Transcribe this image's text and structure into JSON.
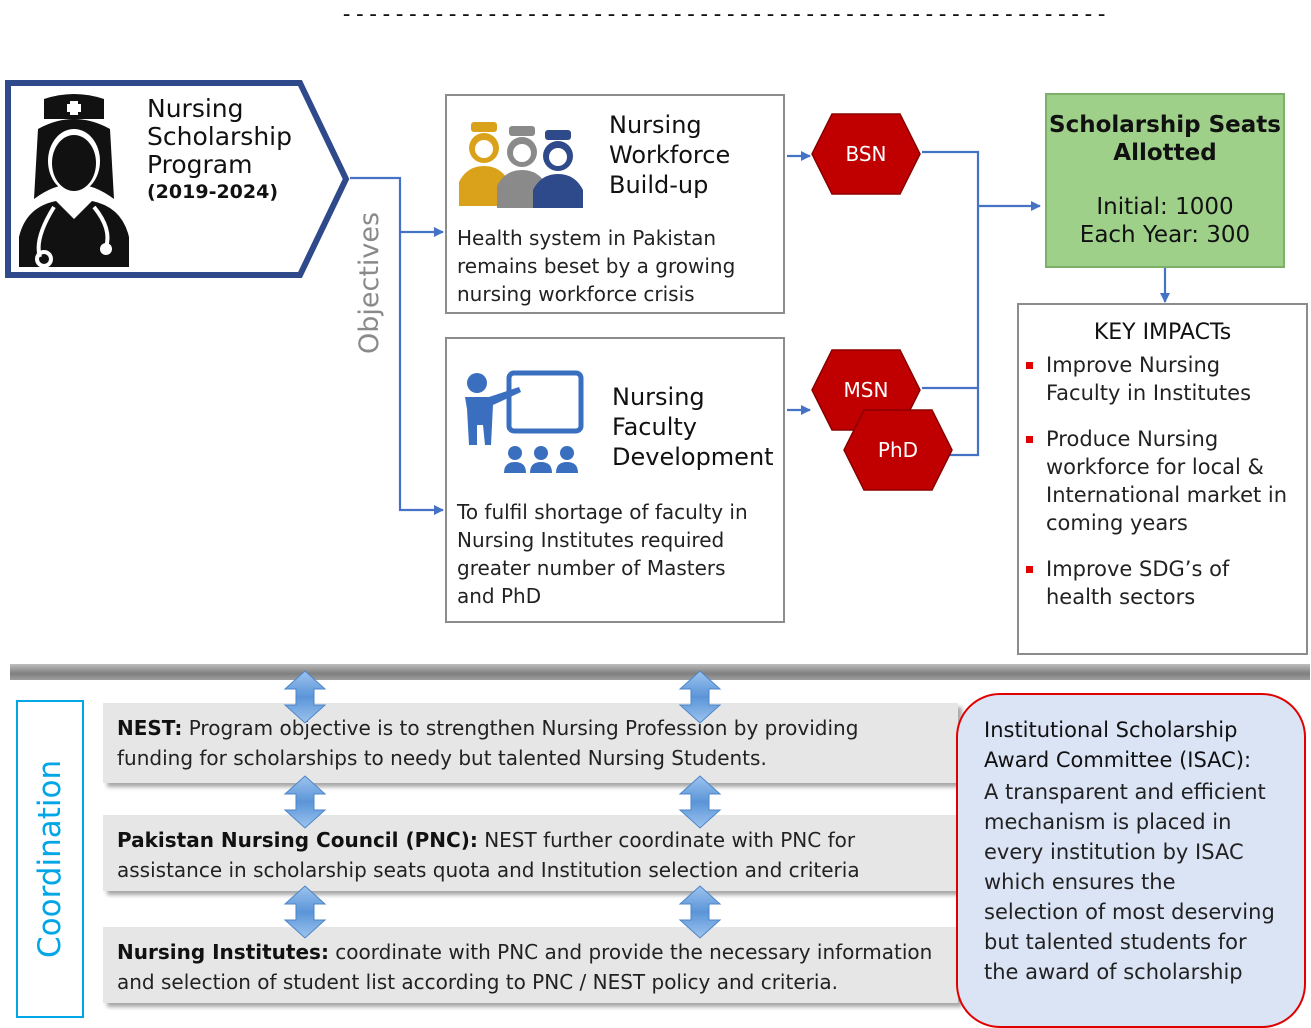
{
  "header": {
    "dashes": "----------------------------------------------------------"
  },
  "program": {
    "title_lines": [
      "Nursing",
      "Scholarship",
      "Program"
    ],
    "years": "(2019-2024)",
    "icon": "nurse-icon"
  },
  "objectives_label": "Objectives",
  "objective1": {
    "title_lines": [
      "Nursing",
      "Workforce",
      "Build-up"
    ],
    "text_lines": [
      "Health system in Pakistan",
      "remains beset by a growing",
      "nursing workforce crisis"
    ],
    "icon": "nurses-group-icon"
  },
  "objective2": {
    "title_lines": [
      "Nursing",
      "Faculty",
      "Development"
    ],
    "text_lines": [
      "To fulfil shortage of faculty in",
      "Nursing Institutes required",
      "greater number of Masters",
      "and PhD"
    ],
    "icon": "teacher-icon"
  },
  "degrees": {
    "bsn": "BSN",
    "msn": "MSN",
    "phd": "PhD"
  },
  "seats": {
    "title_lines": [
      "Scholarship Seats",
      "Allotted"
    ],
    "initial": "Initial: 1000",
    "each_year": "Each Year: 300"
  },
  "impacts": {
    "title": "KEY IMPACTs",
    "items": [
      [
        "Improve Nursing",
        "Faculty in Institutes"
      ],
      [
        "Produce Nursing",
        "workforce for local &",
        "International market in",
        "coming years"
      ],
      [
        "Improve SDG’s of",
        "health sectors"
      ]
    ]
  },
  "coordination_label": "Coordination",
  "nest": {
    "label": "NEST:",
    "text_line1": " Program objective is to strengthen Nursing Profession by providing",
    "text_line2": "funding for scholarships to needy but talented Nursing Students."
  },
  "pnc": {
    "label": "Pakistan Nursing Council (PNC):",
    "text_line1": " NEST further coordinate with PNC for",
    "text_line2": "assistance in scholarship seats quota and Institution selection and criteria"
  },
  "institutes": {
    "label": "Nursing Institutes:",
    "text_line1": " coordinate with PNC and provide the necessary information",
    "text_line2": "and selection of student list according to PNC / NEST policy and criteria."
  },
  "isac": {
    "title_lines": [
      "Institutional Scholarship",
      "Award Committee (ISAC):"
    ],
    "text_lines": [
      "A transparent and efficient",
      "mechanism is placed in",
      "every institution by ISAC",
      "which ensures the",
      "selection of most deserving",
      "but talented students for",
      "the award of scholarship"
    ]
  },
  "colors": {
    "program_border": "#2f4a8a",
    "connector": "#4472c4",
    "hexagon": "#c00000",
    "seats_fill": "#9ed08a",
    "coordination_text": "#00a6e6",
    "isac_border": "#e00000",
    "isac_fill": "#dbe4f5"
  }
}
